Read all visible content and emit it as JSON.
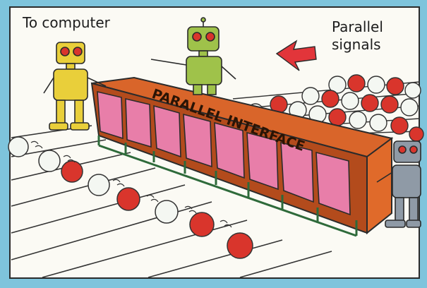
{
  "labels": {
    "to_computer": "To computer",
    "parallel_signals_line1": "Parallel",
    "parallel_signals_line2": "signals"
  },
  "interface_banner": "PARALLEL INTERFACE",
  "colors": {
    "background": "#7ec4dc",
    "panel": "#fbfaf4",
    "interface_frame": "#d9652a",
    "gates": "#e87ea9",
    "signal_red": "#d9352c",
    "signal_white": "#f4f7f2",
    "robot_yellow": "#e9cf3a",
    "robot_green": "#9fc24a",
    "robot_grey": "#8f9aa6",
    "arrow": "#e2353a"
  },
  "icons": [
    "robot-yellow-icon",
    "robot-green-icon",
    "robot-grey-icon",
    "arrow-left-icon"
  ]
}
